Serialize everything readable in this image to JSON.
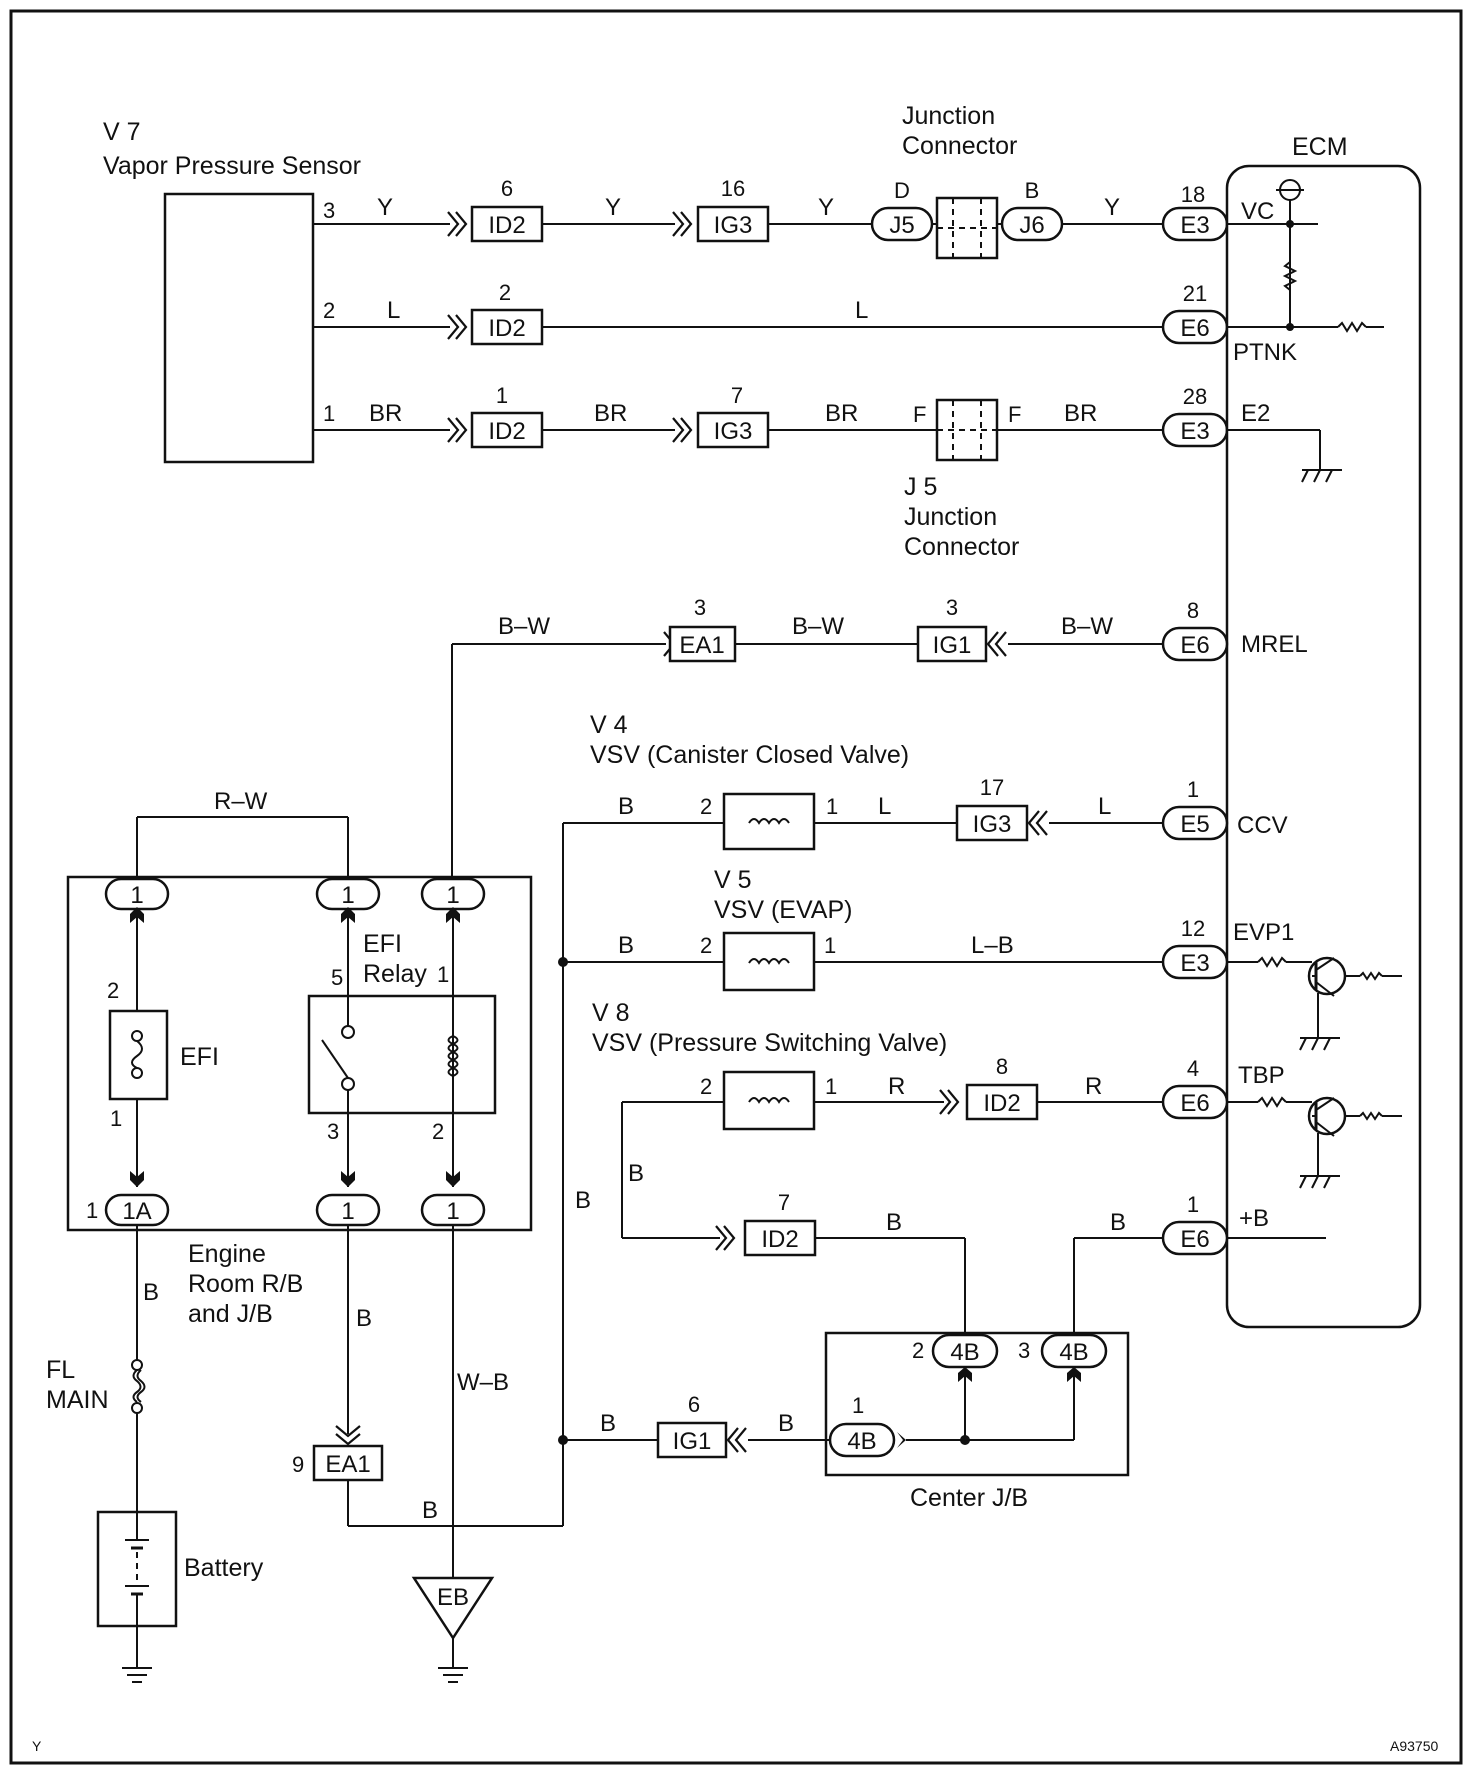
{
  "components": {
    "v7_id": "V 7",
    "v7_name": "Vapor Pressure Sensor",
    "junction_top_1": "Junction",
    "junction_top_2": "Connector",
    "j5_id": "J 5",
    "j5_name_1": "Junction",
    "j5_name_2": "Connector",
    "ecm": "ECM",
    "v4_id": "V 4",
    "v4_name": "VSV (Canister Closed Valve)",
    "v5_id": "V 5",
    "v5_name": "VSV (EVAP)",
    "v8_id": "V 8",
    "v8_name": "VSV (Pressure Switching Valve)",
    "efi_relay_1": "EFI",
    "efi_relay_2": "Relay",
    "efi_fuse": "EFI",
    "engine_room_1": "Engine",
    "engine_room_2": "Room R/B",
    "engine_room_3": "and J/B",
    "fl_main_1": "FL",
    "fl_main_2": "MAIN",
    "battery": "Battery",
    "center_jb": "Center J/B",
    "ground_eb": "EB"
  },
  "ecm_terminals": [
    "VC",
    "PTNK",
    "E2",
    "MREL",
    "CCV",
    "EVP1",
    "TBP",
    "+B"
  ],
  "connectors": {
    "id2": "ID2",
    "ig3": "IG3",
    "ig1": "IG1",
    "ea1": "EA1",
    "j5": "J5",
    "j6": "J6",
    "e3": "E3",
    "e6": "E6",
    "e5": "E5",
    "c1": "1",
    "c1a": "1A",
    "c4b": "4B"
  },
  "pins": {
    "p1": "1",
    "p2": "2",
    "p3": "3",
    "p4": "4",
    "p5": "5",
    "p6": "6",
    "p7": "7",
    "p8": "8",
    "p9": "9",
    "p12": "12",
    "p16": "16",
    "p17": "17",
    "p18": "18",
    "p21": "21",
    "p28": "28",
    "pD": "D",
    "pB": "B",
    "pF": "F"
  },
  "wire_colors": {
    "y": "Y",
    "l": "L",
    "br": "BR",
    "bw": "B–W",
    "rw": "R–W",
    "b": "B",
    "lb": "L–B",
    "r": "R",
    "wb": "W–B"
  },
  "footer": {
    "left": "Y",
    "right": "A93750"
  }
}
